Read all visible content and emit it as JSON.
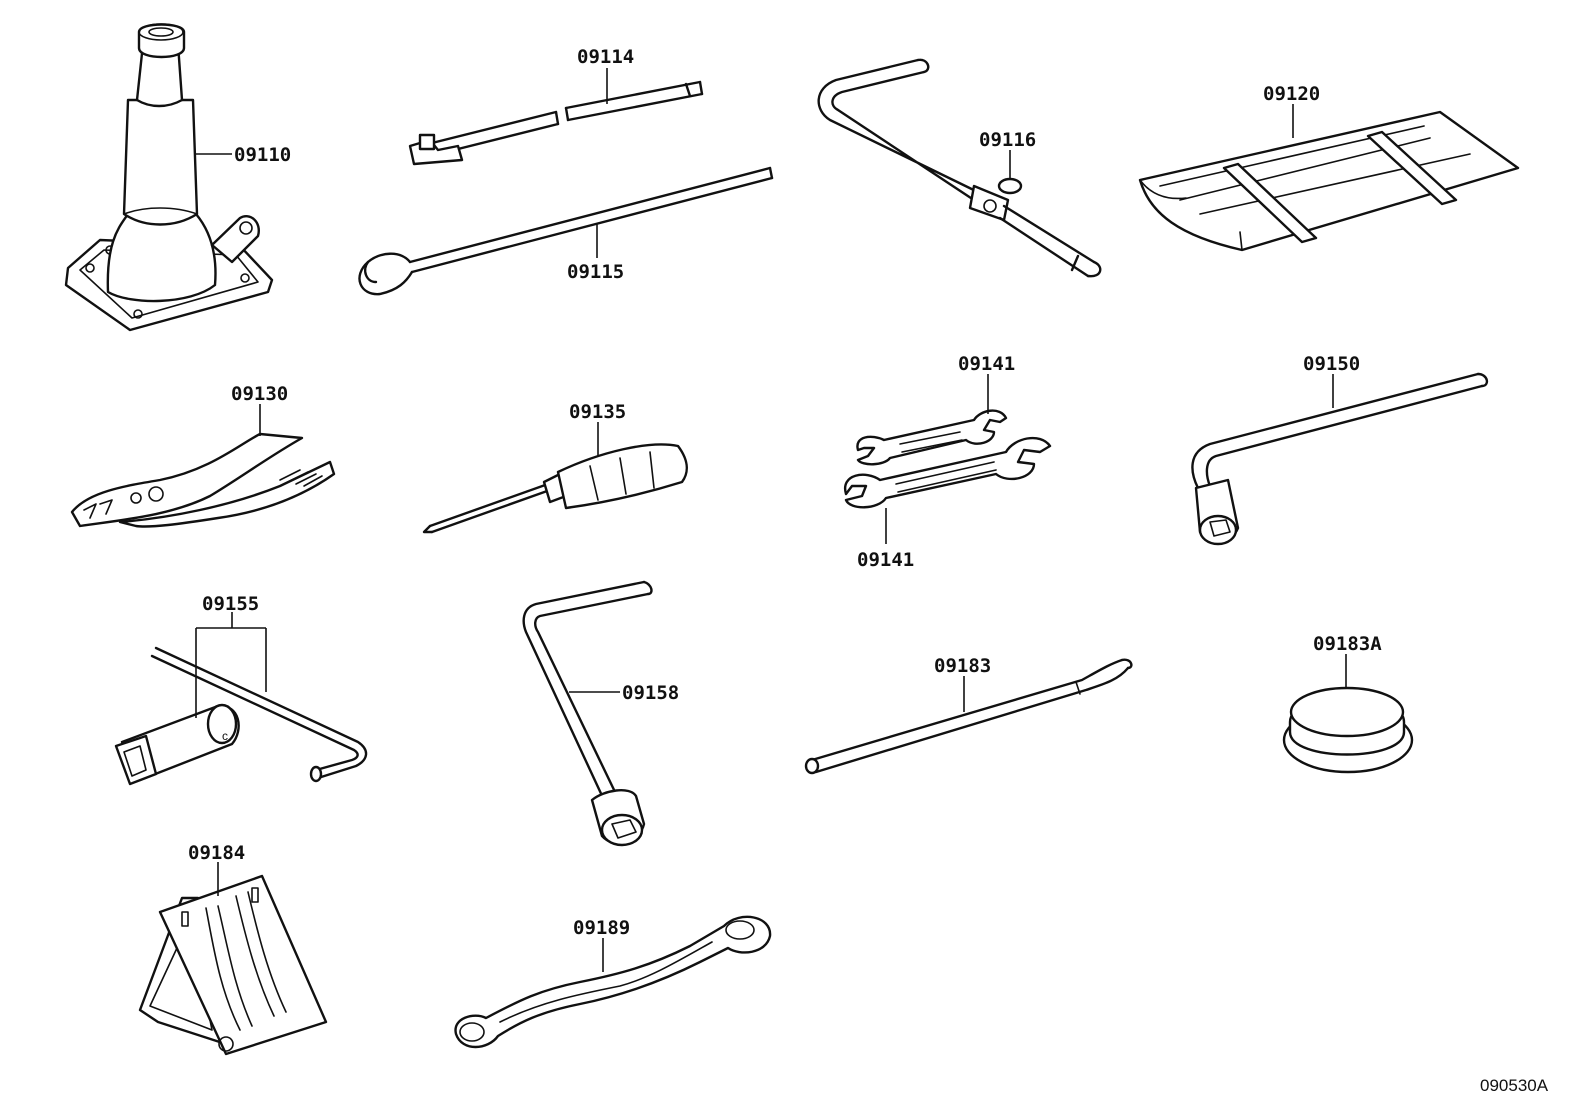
{
  "parts": {
    "p09110": "09110",
    "p09114": "09114",
    "p09115": "09115",
    "p09116": "09116",
    "p09120": "09120",
    "p09130": "09130",
    "p09135": "09135",
    "p09141a": "09141",
    "p09141b": "09141",
    "p09150": "09150",
    "p09155": "09155",
    "p09158": "09158",
    "p09183": "09183",
    "p09183A": "09183A",
    "p09184": "09184",
    "p09189": "09189"
  },
  "diagram_ref": "090530A"
}
